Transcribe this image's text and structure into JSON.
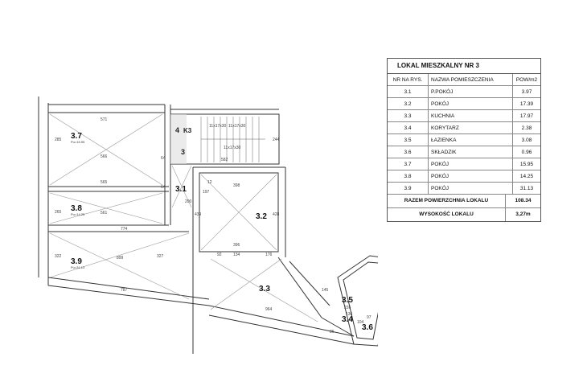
{
  "legend": {
    "title": "LOKAL MIESZKALNY NR 3",
    "headers": [
      "NR NA RYS.",
      "NAZWA POMIESZCZENIA",
      "POW/m2"
    ],
    "rows": [
      [
        "3.1",
        "P.POKÓJ",
        "3.97"
      ],
      [
        "3.2",
        "POKÓJ",
        "17.39"
      ],
      [
        "3.3",
        "KUCHNIA",
        "17.97"
      ],
      [
        "3.4",
        "KORYTARZ",
        "2.38"
      ],
      [
        "3.5",
        "ŁAZIENKA",
        "3.08"
      ],
      [
        "3.6",
        "SKŁADZIK",
        "0.96"
      ],
      [
        "3.7",
        "POKÓJ",
        "15.95"
      ],
      [
        "3.8",
        "POKÓJ",
        "14.25"
      ],
      [
        "3.9",
        "POKÓJ",
        "31.13"
      ]
    ],
    "total_label": "RAZEM POWIERZCHNIA LOKALU",
    "total_value": "108.34",
    "height_label": "WYSOKOŚĆ LOKALU",
    "height_value": "3,27m"
  },
  "plan": {
    "rooms": {
      "r37": "3.7",
      "r38": "3.8",
      "r39": "3.9",
      "r31": "3.1",
      "r32": "3.2",
      "r33": "3.3",
      "r34": "3.4",
      "r35": "3.5",
      "r36": "3.6"
    },
    "stair": {
      "label": "K3",
      "floor_up": "4",
      "floor_down": "3",
      "step_a": "11x17x30",
      "step_b": "11x17x30",
      "step_c": "11x17x30"
    },
    "dims": {
      "d571": "571",
      "d566": "566",
      "d565": "565",
      "d561": "561",
      "d774": "774",
      "d787": "787",
      "d899": "899",
      "d398": "398",
      "d396": "396",
      "d134": "134",
      "d176": "176",
      "d92": "92",
      "d964": "964",
      "d200": "200",
      "d64a": "64",
      "d64b": "64",
      "d582": "582",
      "d285": "285",
      "d265": "265",
      "d322": "322",
      "d327": "327",
      "d439": "439",
      "d428": "428",
      "d244": "244",
      "d197": "197",
      "d12": "12",
      "d145": "145",
      "d136": "136",
      "d226": "226",
      "d104": "104",
      "d97": "97",
      "d86": "86"
    },
    "room_sub": {
      "s37": "Pu=15.95",
      "s38": "Pu=14.25",
      "s39": "Pu=31.13"
    }
  }
}
